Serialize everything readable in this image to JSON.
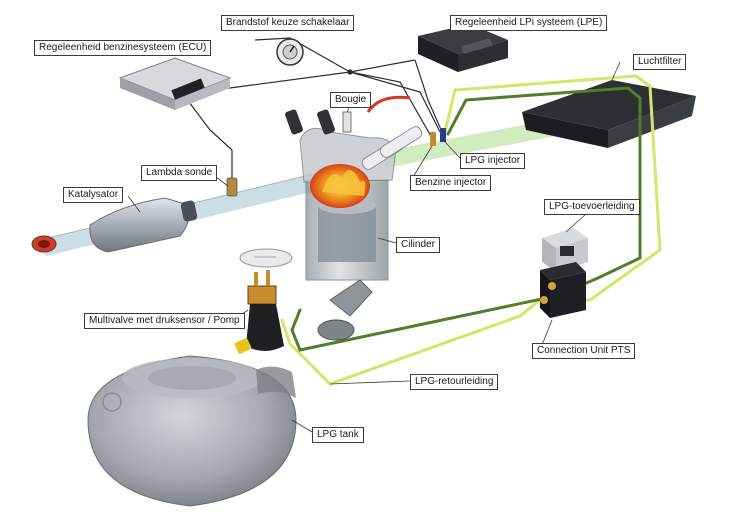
{
  "labels": {
    "brandstof_schakelaar": "Brandstof  keuze schakelaar",
    "regeleenheid_lpi": "Regeleenheid LPi systeem (LPE)",
    "regeleenheid_ecu": "Regeleenheid benzinesysteem (ECU)",
    "luchtfilter": "Luchtfilter",
    "bougie": "Bougie",
    "lpg_injector": "LPG injector",
    "benzine_injector": "Benzine injector",
    "lambda_sonde": "Lambda sonde",
    "katalysator": "Katalysator",
    "lpg_toevoerleiding": "LPG-toevoerleiding",
    "cilinder": "Cilinder",
    "multivalve": "Multivalve met druksensor / Pomp",
    "connection_unit": "Connection Unit PTS",
    "lpg_retourleiding": "LPG-retourleiding",
    "lpg_tank": "LPG tank"
  },
  "colors": {
    "supply_line": "#4f7f2a",
    "return_line": "#d6e56a",
    "wire": "#2c2c2c",
    "plug_wire": "#d63a1c",
    "exhaust_pipe": "#bcd3dc",
    "intake_pipe": "#c9eab5",
    "tank": "#a4a7ae",
    "flame": "#f08a1c"
  }
}
